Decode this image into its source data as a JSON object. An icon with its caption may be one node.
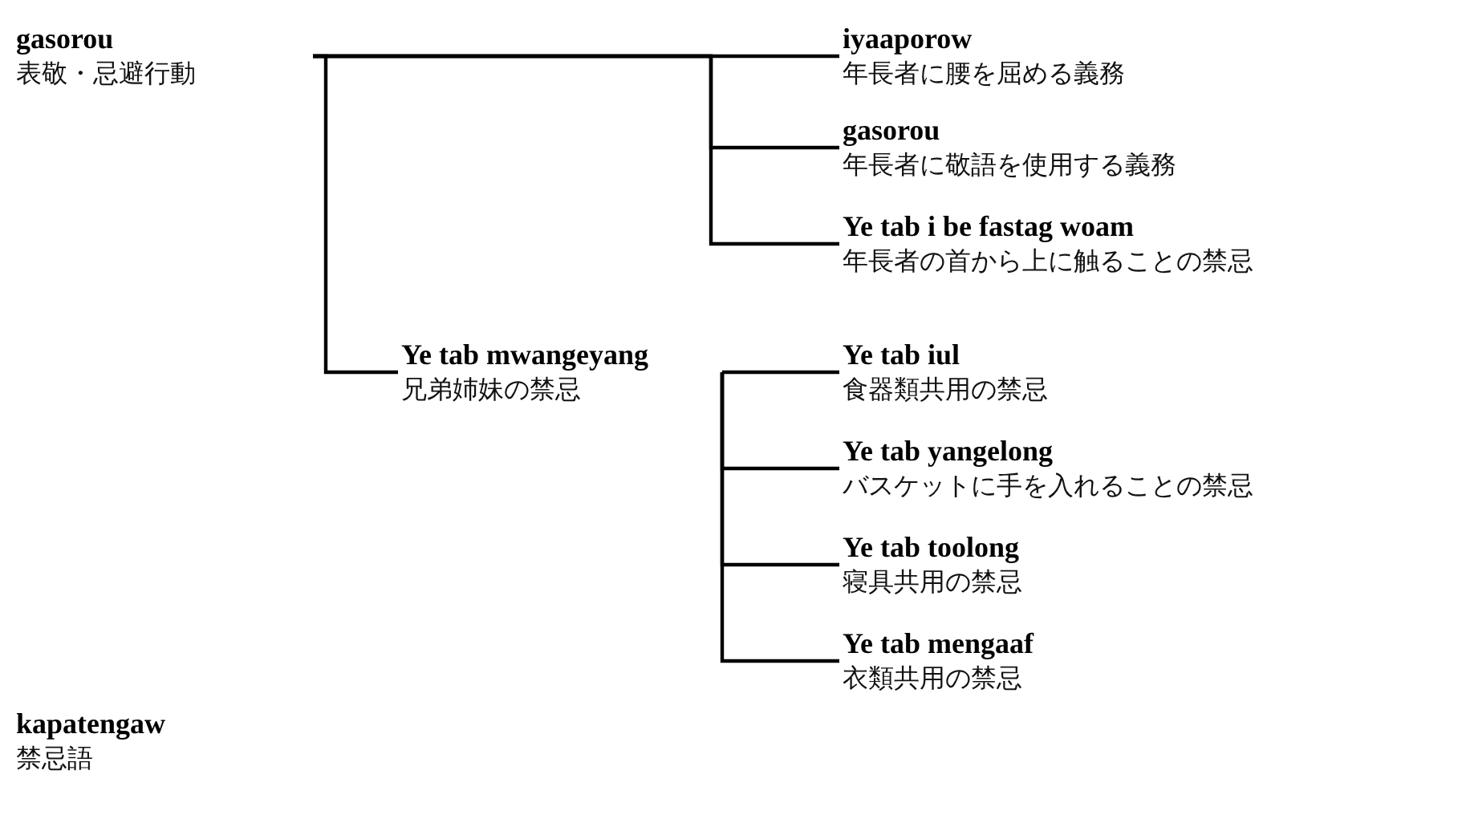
{
  "diagram": {
    "nodes": [
      {
        "text": [
          "gasorou",
          "表敬・忌避行動"
        ]
      },
      {
        "text": [
          "iyaaporow",
          "年長者に腰を屈める義務"
        ]
      },
      {
        "text": [
          "gasorou",
          "年長者に敬語を使用する義務"
        ]
      },
      {
        "text": [
          "Ye tab i be fastag woam",
          "年長者の首から上に触ることの禁忌"
        ]
      },
      {
        "text": [
          "Ye tab mwangeyang",
          "兄弟姉妹の禁忌"
        ]
      },
      {
        "text": [
          "Ye tab iul",
          "食器類共用の禁忌"
        ]
      },
      {
        "text": [
          "Ye tab yangelong",
          "バスケットに手を入れることの禁忌"
        ]
      },
      {
        "text": [
          "Ye tab toolong",
          "寝具共用の禁忌"
        ]
      },
      {
        "text": [
          "Ye tab mengaaf",
          "衣類共用の禁忌"
        ]
      },
      {
        "text": [
          "kapatengaw",
          "禁忌語"
        ]
      }
    ],
    "edges": [
      {
        "from": 0,
        "to": 1,
        "arrow": "none"
      },
      {
        "from": 0,
        "to": 2,
        "arrow": "none"
      },
      {
        "from": 0,
        "to": 3,
        "arrow": "none"
      },
      {
        "from": 0,
        "to": 4,
        "arrow": "none"
      },
      {
        "from": 4,
        "to": 5,
        "arrow": "none"
      },
      {
        "from": 4,
        "to": 6,
        "arrow": "none"
      },
      {
        "from": 4,
        "to": 7,
        "arrow": "none"
      },
      {
        "from": 4,
        "to": 8,
        "arrow": "none"
      }
    ]
  }
}
